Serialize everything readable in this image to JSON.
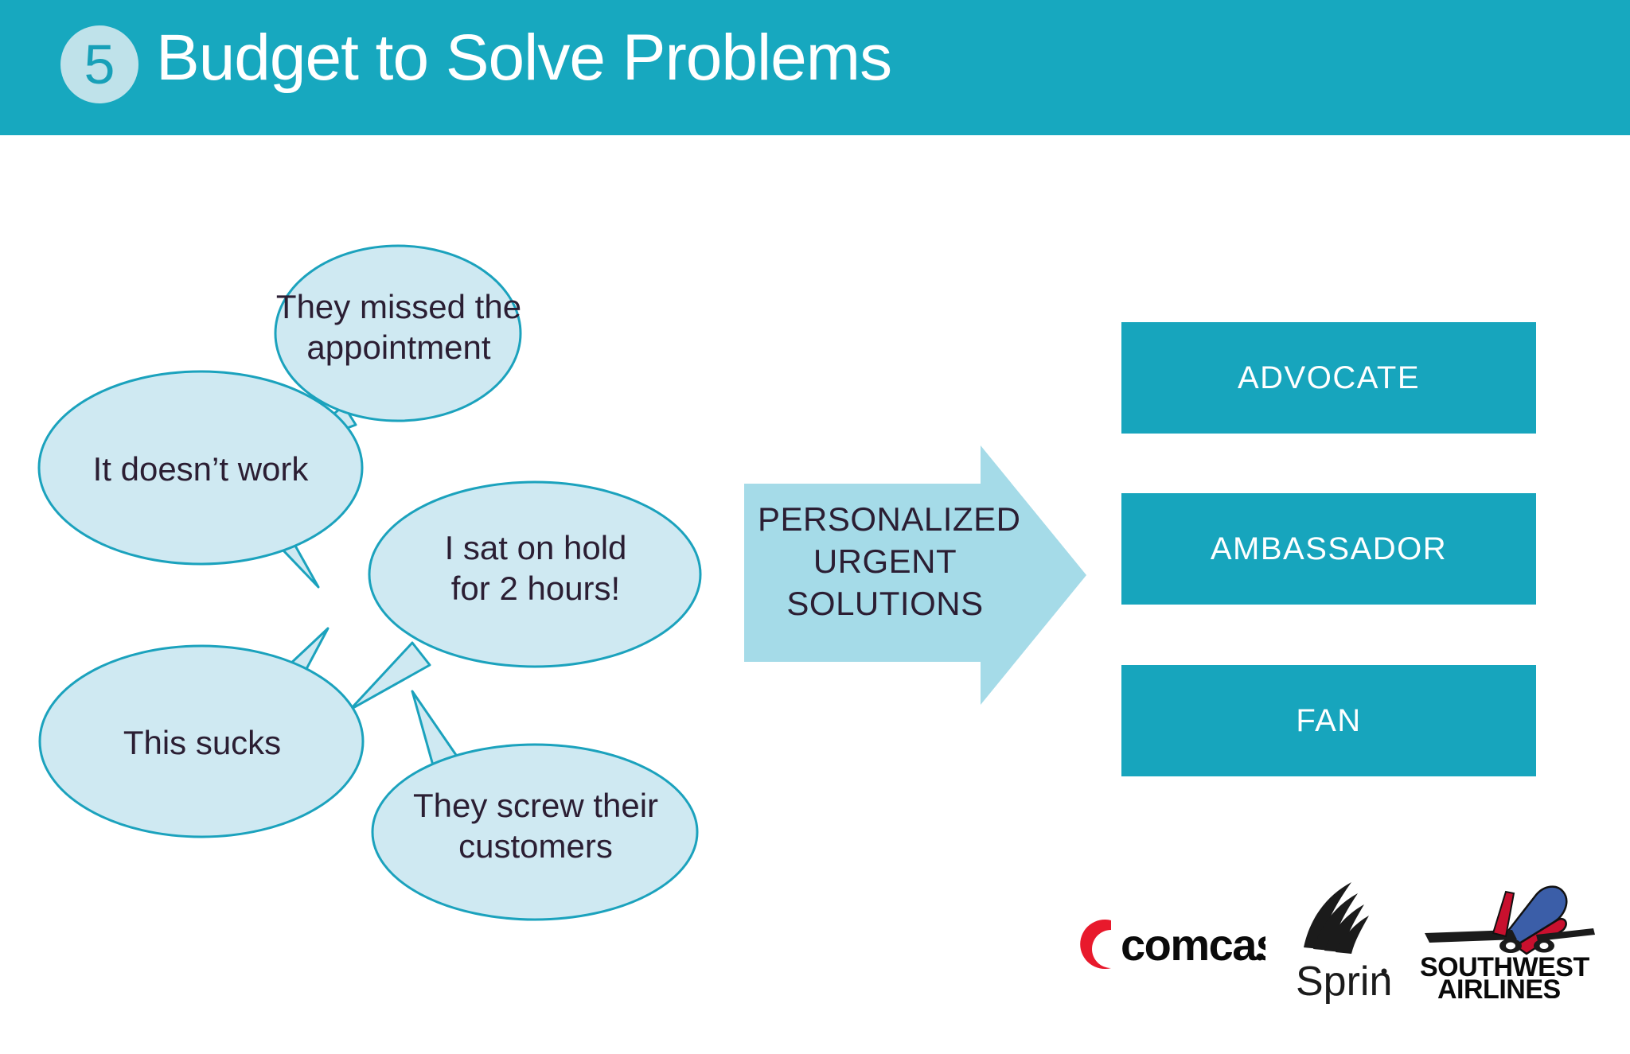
{
  "header": {
    "number": "5",
    "title": "Budget to Solve Problems",
    "bar_color": "#17a8bf",
    "badge_color": "#bfe2ea"
  },
  "complaints": [
    {
      "id": "missed-appointment",
      "text": "They missed the\nappointment"
    },
    {
      "id": "doesnt-work",
      "text": "It doesn’t work"
    },
    {
      "id": "on-hold",
      "text": "I sat on hold\nfor 2 hours!"
    },
    {
      "id": "this-sucks",
      "text": "This sucks"
    },
    {
      "id": "screw-customers",
      "text": "They screw their\ncustomers"
    }
  ],
  "arrow": {
    "label": "PERSONALIZED\nURGENT\nSOLUTIONS",
    "fill_color": "#a5dbe8"
  },
  "outcomes": [
    {
      "id": "advocate",
      "label": "ADVOCATE"
    },
    {
      "id": "ambassador",
      "label": "AMBASSADOR"
    },
    {
      "id": "fan",
      "label": "FAN"
    }
  ],
  "outcome_box_color": "#17a5bd",
  "logos": [
    {
      "id": "comcast-logo",
      "name": "Comcast",
      "wordmark": "comcast"
    },
    {
      "id": "sprint-logo",
      "name": "Sprint",
      "wordmark": "Sprint"
    },
    {
      "id": "southwest-logo",
      "name": "Southwest Airlines",
      "wordmark": "SOUTHWEST\nAIRLINES"
    }
  ],
  "bubble": {
    "fill_color": "#cfe9f2",
    "stroke_color": "#1ba2bd"
  }
}
